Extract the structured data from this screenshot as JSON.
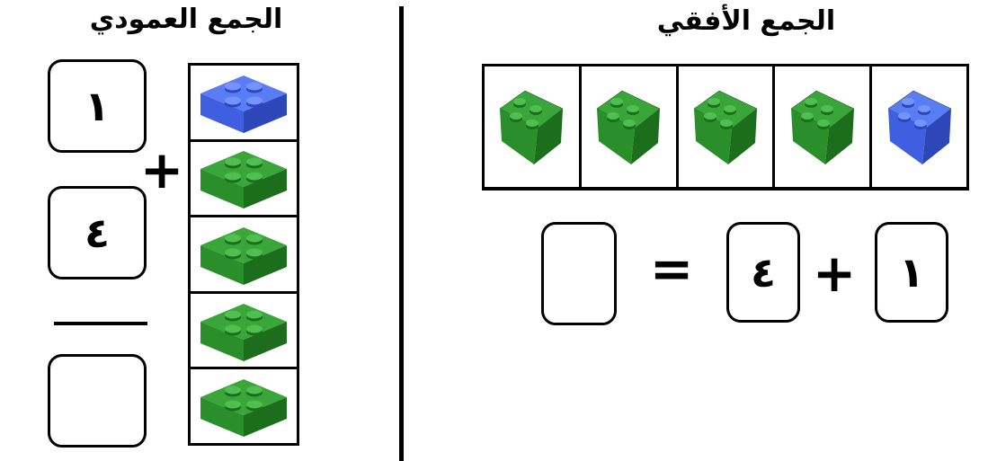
{
  "horizontal": {
    "title": "الجمع الأفقي",
    "bricks": [
      {
        "color": "green",
        "top": "#3aa63a",
        "left": "#2a8f2a",
        "right": "#1c6e1c",
        "stud": "#4fbf4f"
      },
      {
        "color": "green",
        "top": "#3aa63a",
        "left": "#2a8f2a",
        "right": "#1c6e1c",
        "stud": "#4fbf4f"
      },
      {
        "color": "green",
        "top": "#3aa63a",
        "left": "#2a8f2a",
        "right": "#1c6e1c",
        "stud": "#4fbf4f"
      },
      {
        "color": "green",
        "top": "#3aa63a",
        "left": "#2a8f2a",
        "right": "#1c6e1c",
        "stud": "#4fbf4f"
      },
      {
        "color": "blue",
        "top": "#5a7cf5",
        "left": "#3f5fe0",
        "right": "#2d47b8",
        "stud": "#7694ff"
      }
    ],
    "addend1": "١",
    "plus": "+",
    "addend2": "٤",
    "equals": "=",
    "result": ""
  },
  "vertical": {
    "title": "الجمع العمودي",
    "bricks": [
      {
        "color": "blue",
        "top": "#5a7cf5",
        "front": "#3f5fe0",
        "side": "#2d47b8",
        "stud": "#7694ff"
      },
      {
        "color": "green",
        "top": "#3aa63a",
        "front": "#2a8f2a",
        "side": "#1c6e1c",
        "stud": "#4fbf4f"
      },
      {
        "color": "green",
        "top": "#3aa63a",
        "front": "#2a8f2a",
        "side": "#1c6e1c",
        "stud": "#4fbf4f"
      },
      {
        "color": "green",
        "top": "#3aa63a",
        "front": "#2a8f2a",
        "side": "#1c6e1c",
        "stud": "#4fbf4f"
      },
      {
        "color": "green",
        "top": "#3aa63a",
        "front": "#2a8f2a",
        "side": "#1c6e1c",
        "stud": "#4fbf4f"
      }
    ],
    "top_number": "١",
    "plus": "+",
    "second_number": "٤",
    "result": ""
  }
}
